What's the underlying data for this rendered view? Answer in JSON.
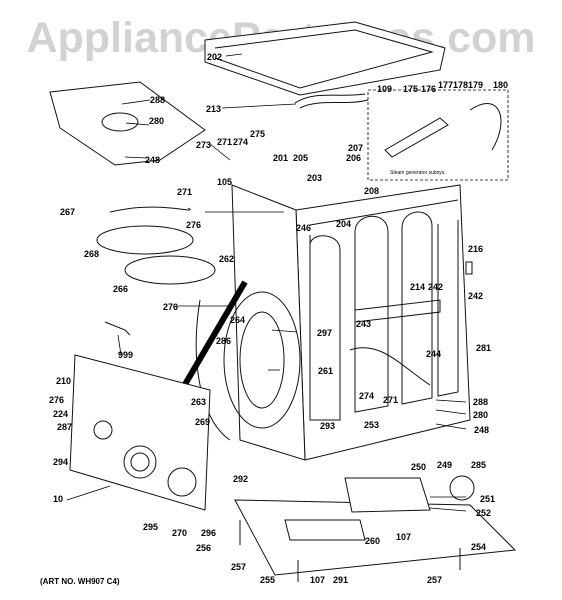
{
  "watermark": "AppliancePartsPros.com",
  "art_number": "(ART NO. WH907 C4)",
  "inset_note": "Steam generator subsys.",
  "part_labels": [
    "202",
    "213",
    "109",
    "175",
    "176",
    "177",
    "178",
    "179",
    "180",
    "288",
    "280",
    "248",
    "273",
    "271",
    "274",
    "275",
    "201",
    "205",
    "207",
    "206",
    "105",
    "203",
    "208",
    "271",
    "276",
    "267",
    "246",
    "204",
    "268",
    "262",
    "216",
    "266",
    "214",
    "242",
    "242",
    "276",
    "264",
    "297",
    "243",
    "286",
    "999",
    "244",
    "281",
    "261",
    "210",
    "274",
    "271",
    "276",
    "263",
    "288",
    "224",
    "269",
    "280",
    "287",
    "293",
    "253",
    "248",
    "294",
    "250",
    "249",
    "285",
    "292",
    "10",
    "251",
    "295",
    "270",
    "296",
    "107",
    "252",
    "254",
    "256",
    "260",
    "257",
    "255",
    "107",
    "291",
    "257"
  ]
}
